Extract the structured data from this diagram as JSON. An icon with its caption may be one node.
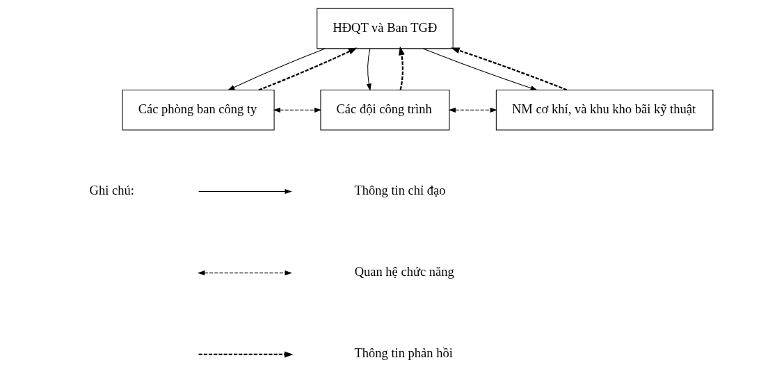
{
  "diagram": {
    "nodes": [
      {
        "text": [
          "HĐQT và Ban TGĐ"
        ]
      },
      {
        "text": [
          "Các phòng ban công ty"
        ]
      },
      {
        "text": [
          "Các đội công trình"
        ]
      },
      {
        "text": [
          "NM cơ khí, và khu kho bãi kỹ thuật"
        ]
      }
    ],
    "edges": [
      {
        "from": 0,
        "to": 1,
        "arrow": "to"
      },
      {
        "from": 1,
        "to": 0,
        "arrow": "to",
        "style": "dashed"
      },
      {
        "from": 0,
        "to": 2,
        "arrow": "to"
      },
      {
        "from": 2,
        "to": 0,
        "arrow": "to",
        "style": "dashed"
      },
      {
        "from": 3,
        "to": 0,
        "arrow": "to",
        "style": "dashed"
      },
      {
        "from": 0,
        "to": 3,
        "arrow": "to"
      },
      {
        "from": 1,
        "to": 2,
        "arrow": "both",
        "style": "dashed"
      },
      {
        "from": 2,
        "to": 3,
        "arrow": "both",
        "style": "dashed"
      }
    ],
    "labels": [
      "Ghi chú:"
    ],
    "legend": [
      {
        "text": "Thông tin chỉ đạo"
      },
      {
        "text": "Quan hệ chức năng"
      },
      {
        "text": "Thông tin phản hồi"
      }
    ]
  }
}
